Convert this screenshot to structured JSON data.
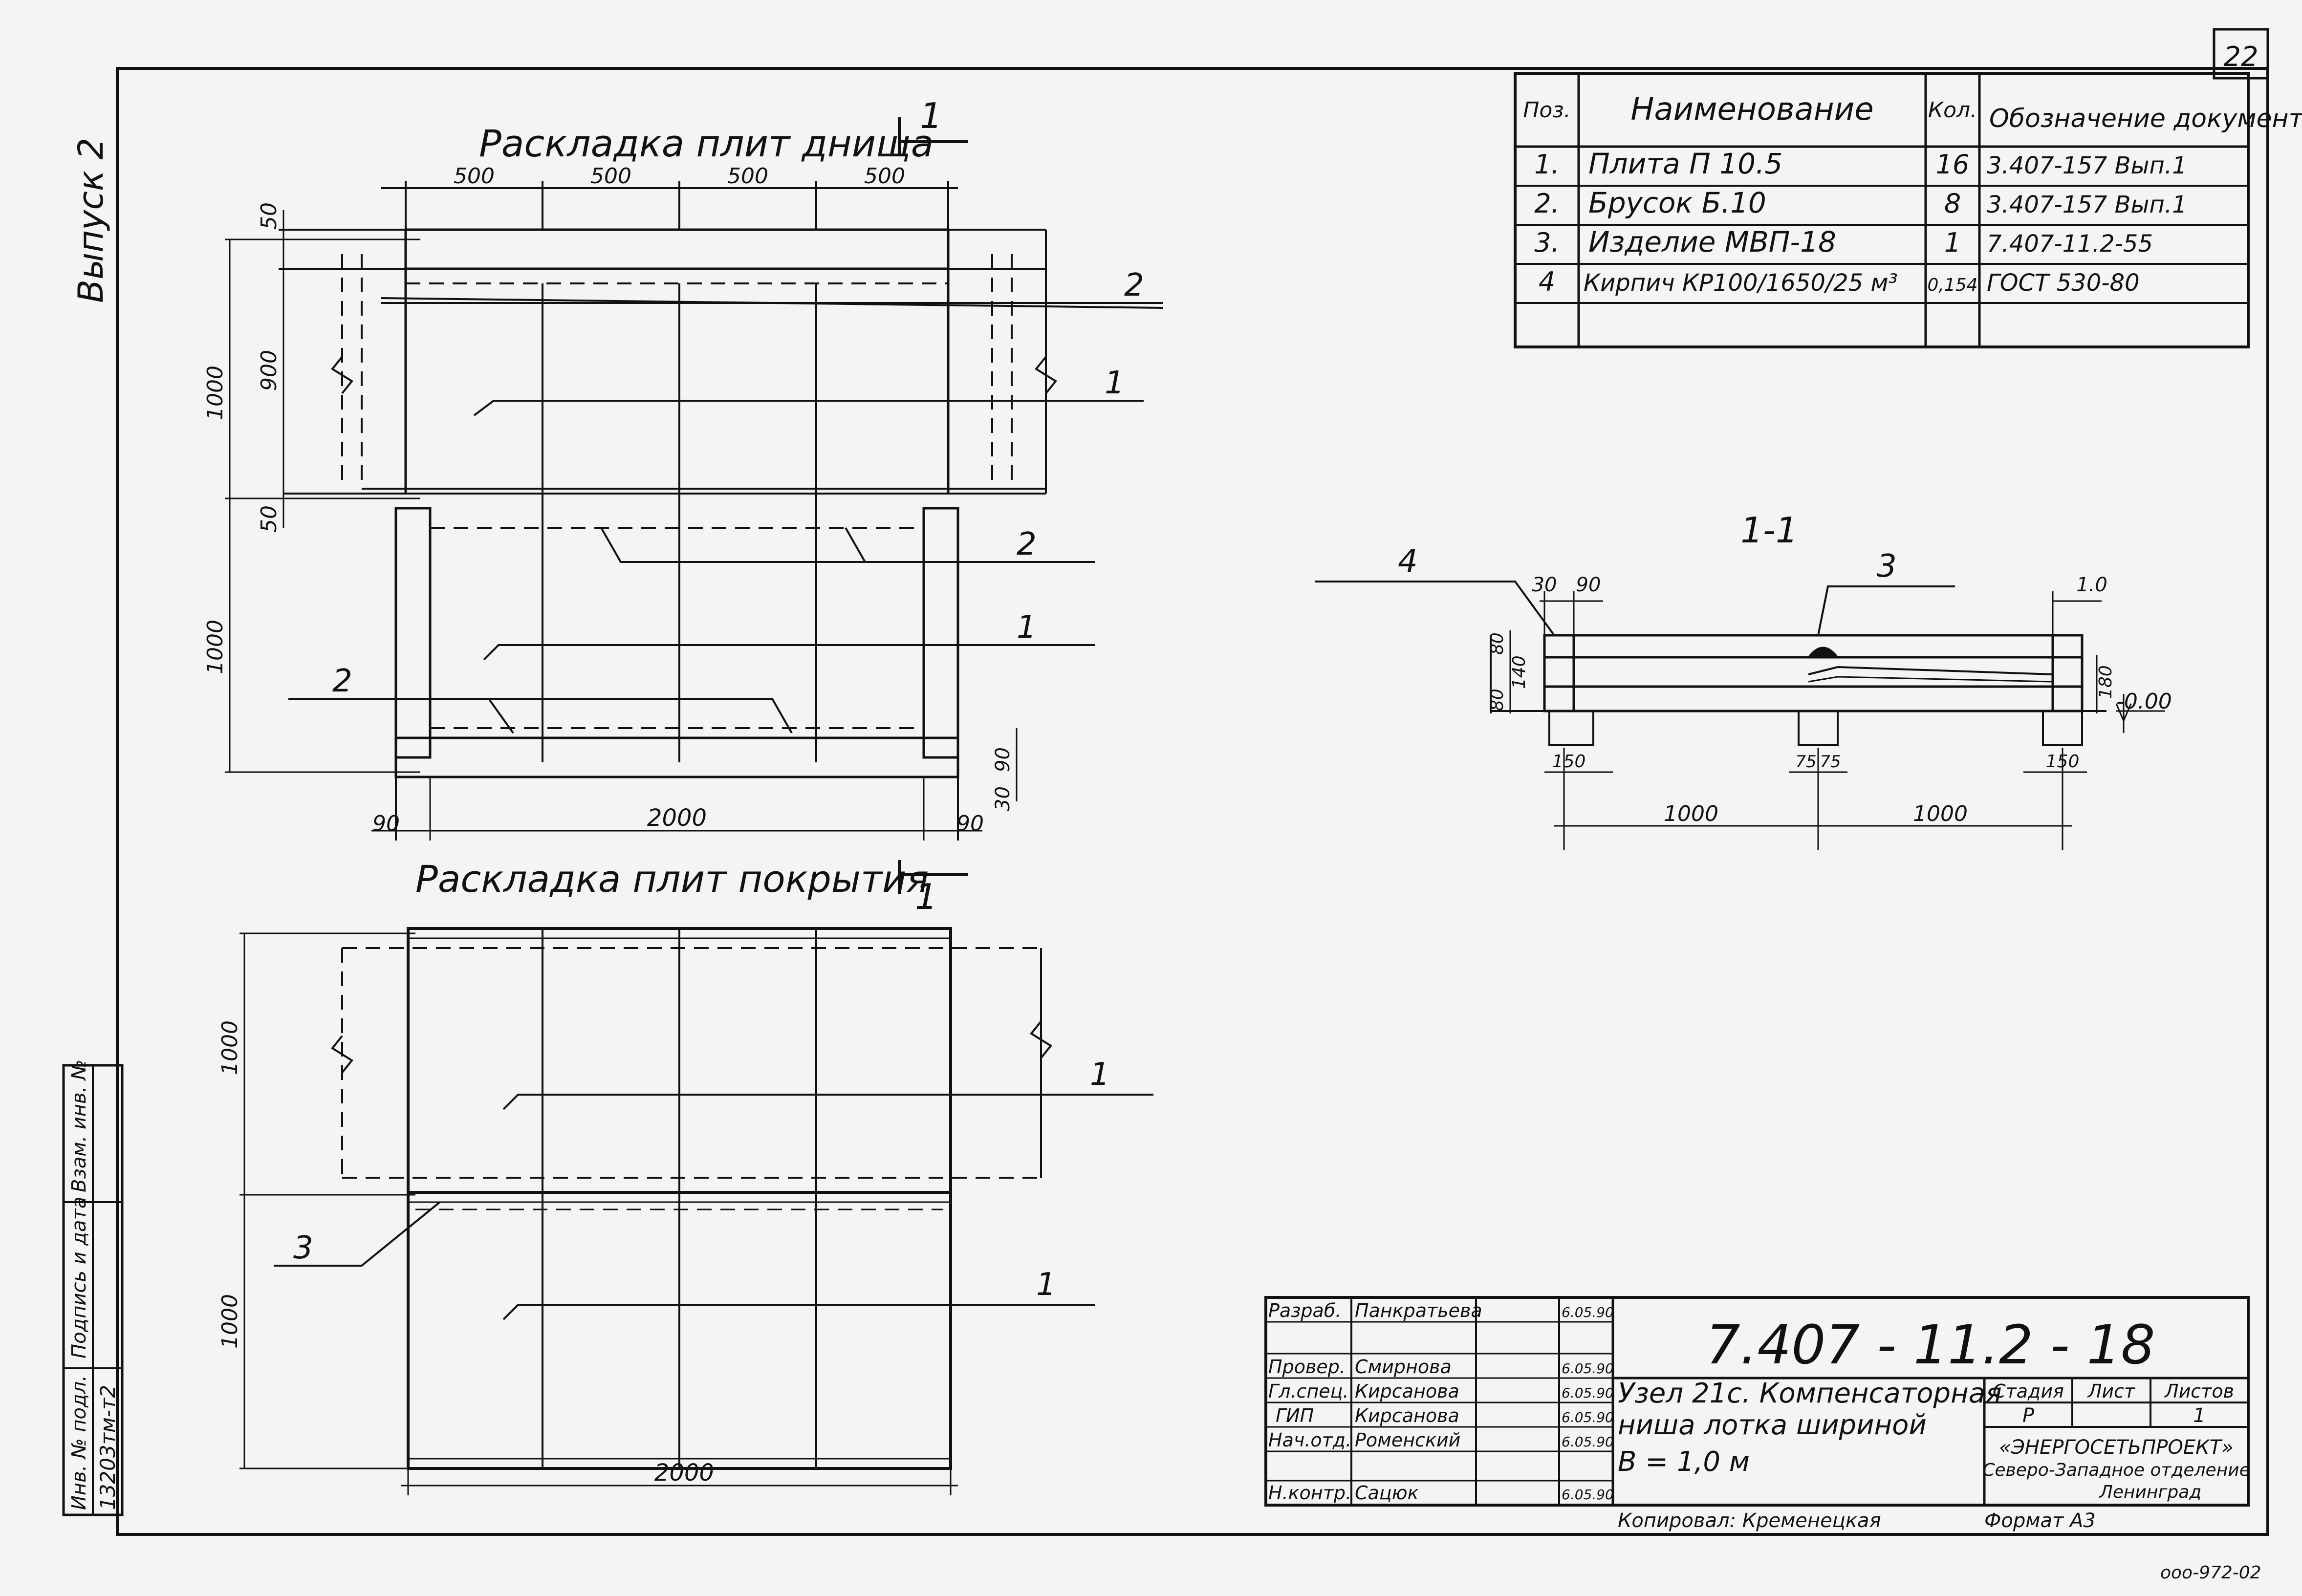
{
  "sheet_number": "22",
  "views": {
    "bottom_plan": {
      "title": "Раскладка плит днища",
      "section_mark": "1",
      "top_dims": [
        "500",
        "500",
        "500",
        "500"
      ],
      "left_dims": [
        "50",
        "900",
        "1000",
        "50",
        "1000"
      ],
      "bottom_dims": [
        "90",
        "2000",
        "90"
      ],
      "right_dims": [
        "90",
        "30"
      ],
      "leaders": [
        "2",
        "1",
        "2",
        "1",
        "2"
      ]
    },
    "cover_plan": {
      "title": "Раскладка плит покрытия",
      "section_mark": "1",
      "left_dims": [
        "1000",
        "1000"
      ],
      "bottom_dim": "2000",
      "leaders": [
        "1",
        "3",
        "1"
      ]
    },
    "section": {
      "title": "1-1",
      "leaders": [
        "4",
        "3"
      ],
      "dims_top": [
        "30",
        "90",
        "1.0"
      ],
      "dims_left": [
        "80",
        "140",
        "80"
      ],
      "dims_right": "180",
      "elevation": "-0.00",
      "dims_feet": [
        "150",
        "75",
        "75",
        "150"
      ],
      "dims_bottom": [
        "1000",
        "1000"
      ]
    }
  },
  "spec_table": {
    "headers": [
      "Поз.",
      "Наименование",
      "Кол.",
      "Обозначение документа"
    ],
    "rows": [
      [
        "1.",
        "Плита П 10.5",
        "16",
        "3.407-157 Вып.1"
      ],
      [
        "2.",
        "Брусок Б.10",
        "8",
        "3.407-157 Вып.1"
      ],
      [
        "3.",
        "Изделие МВП-18",
        "1",
        "7.407-11.2-55"
      ],
      [
        "4",
        "Кирпич КР100/1650/25 м³",
        "0,154",
        "ГОСТ 530-80"
      ]
    ]
  },
  "title_block": {
    "code": "7.407 - 11.2 - 18",
    "people": [
      [
        "Разраб.",
        "Панкратьева",
        "6.05.90"
      ],
      [
        "Провер.",
        "Смирнова",
        "6.05.90"
      ],
      [
        "Гл.спец.",
        "Кирсанова",
        "6.05.90"
      ],
      [
        "ГИП",
        "Кирсанова",
        "6.05.90"
      ],
      [
        "Нач.отд.",
        "Роменский",
        "6.05.90"
      ],
      [
        "Н.контр.",
        "Сацюк",
        "6.05.90"
      ]
    ],
    "description": [
      "Узел 21с. Компенсаторная",
      "ниша лотка шириной",
      "В = 1,0 м"
    ],
    "stage_headers": [
      "Стадия",
      "Лист",
      "Листов"
    ],
    "stage_values": [
      "Р",
      "",
      "1"
    ],
    "org": [
      "«ЭНЕРГОСЕТЬПРОЕКТ»",
      "Северо-Западное отделение",
      "Ленинград"
    ],
    "copied_by": "Копировал: Кременецкая",
    "format": "Формат А3"
  },
  "side_stamp": {
    "labels": [
      "Инв. № подл.",
      "Подпись и дата",
      "Взам. инв. №"
    ],
    "inv_number": "13203тм-т2"
  },
  "corner_note": [
    "Выпуск 2"
  ],
  "bottom_code": "ооо-972-02"
}
